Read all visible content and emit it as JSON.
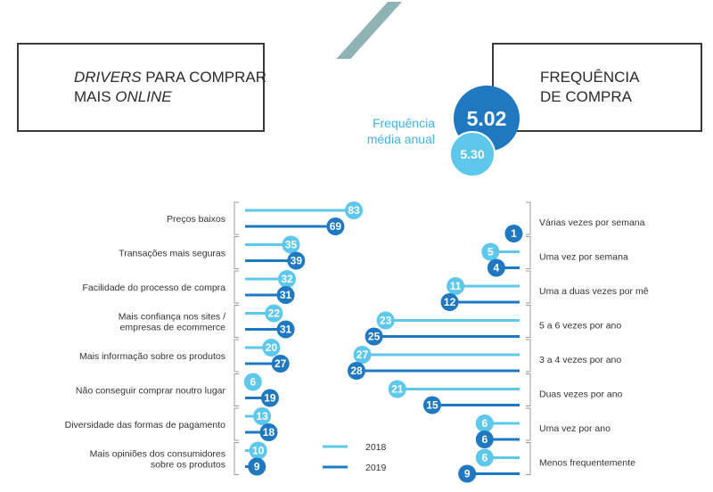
{
  "left_box": {
    "title_a": "DRIVERS",
    "title_b": " PARA COMPRAR",
    "title_c": "MAIS ",
    "title_d": "ONLINE"
  },
  "right_box": {
    "title_line1": "FREQUÊNCIA",
    "title_line2": "DE COMPRA"
  },
  "avg_frequency": {
    "label_line1": "Frequência",
    "label_line2": "média anual",
    "value_2019": "5.02",
    "value_2018": "5.30"
  },
  "colors": {
    "y2018": "#5ec8ec",
    "y2019": "#1f78c0",
    "bracket": "#9a9a9a",
    "stripe": "#8fb3b5"
  },
  "chart_data": [
    {
      "type": "bar",
      "orientation": "horizontal",
      "categories": [
        [
          "Preços baixos"
        ],
        [
          "Transações mais seguras"
        ],
        [
          "Facilidade do processo de compra"
        ],
        [
          "Mais confiança nos sites /",
          "empresas de ecommerce"
        ],
        [
          "Mais informação sobre os produtos"
        ],
        [
          "Não conseguir comprar noutro lugar"
        ],
        [
          "Diversidade das formas de pagamento"
        ],
        [
          "Mais opiniões dos consumidores",
          "sobre os produtos"
        ]
      ],
      "series": [
        {
          "name": "2018",
          "values": [
            83,
            35,
            32,
            22,
            20,
            6,
            13,
            10
          ]
        },
        {
          "name": "2019",
          "values": [
            69,
            39,
            31,
            31,
            27,
            19,
            18,
            9
          ]
        }
      ]
    },
    {
      "type": "bar",
      "orientation": "horizontal-reversed",
      "categories": [
        [
          "Várias vezes por semana"
        ],
        [
          "Uma vez por semana"
        ],
        [
          "Uma a duas vezes por mê"
        ],
        [
          "5 a 6 vezes por ano"
        ],
        [
          "3 a 4 vezes por ano"
        ],
        [
          "Duas vezes por ano"
        ],
        [
          "Uma vez por ano"
        ],
        [
          "Menos frequentemente"
        ]
      ],
      "series": [
        {
          "name": "2018",
          "values": [
            null,
            5,
            11,
            23,
            27,
            21,
            6,
            6
          ]
        },
        {
          "name": "2019",
          "values": [
            1,
            4,
            12,
            25,
            28,
            15,
            6,
            9
          ]
        }
      ]
    }
  ],
  "legend": {
    "items": [
      "2018",
      "2019"
    ]
  }
}
